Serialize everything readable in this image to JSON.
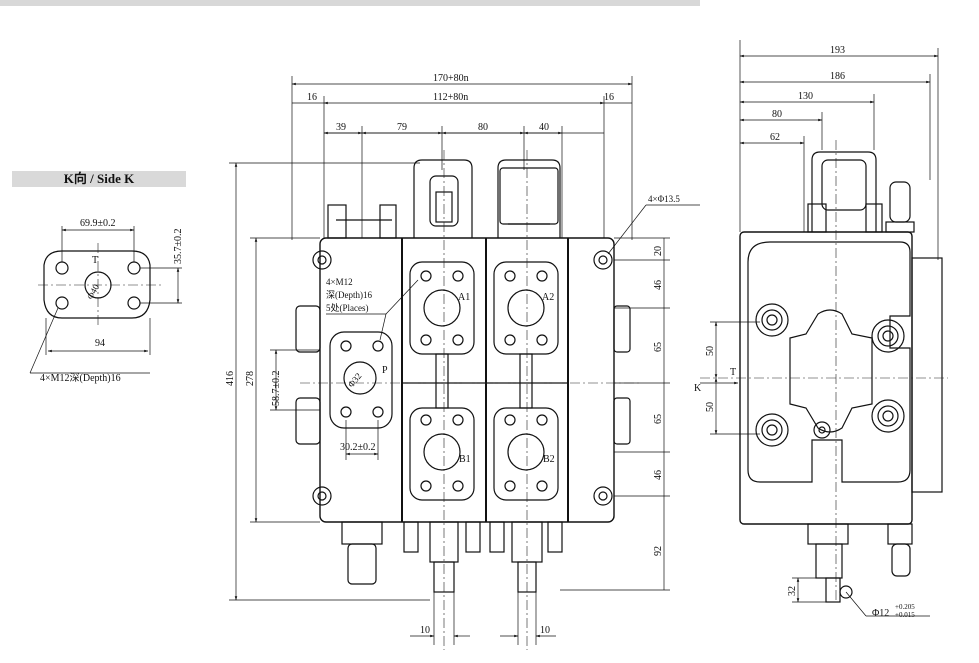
{
  "k_view": {
    "title": "K向 / Side K",
    "width_label": "69.9±0.2",
    "height_label": "35.7±0.2",
    "bottom_label": "94",
    "t_label": "T",
    "bore_label": "Φ40",
    "thread_note": "4×M12深(Depth)16"
  },
  "front_view": {
    "top_overall": "170+80n",
    "top_inner": "112+80n",
    "top_left_16": "16",
    "top_right_16": "16",
    "seg_39": "39",
    "seg_79": "79",
    "seg_80": "80",
    "seg_40": "40",
    "height_416": "416",
    "height_278": "278",
    "dim_58_7": "58.7±0.2",
    "dim_30_2": "30.2±0.2",
    "hole_note": "4×Φ13.5",
    "thread_note_1": "4×M12",
    "thread_note_2": "深(Depth)16",
    "thread_note_3": "5处(Places)",
    "p_label": "P",
    "bore_label": "Φ32",
    "a1": "A1",
    "a2": "A2",
    "b1": "B1",
    "b2": "B2",
    "right_20": "20",
    "right_46a": "46",
    "right_65a": "65",
    "right_65b": "65",
    "right_46b": "46",
    "right_92": "92",
    "bottom_10a": "10",
    "bottom_10b": "10"
  },
  "side_view": {
    "dim_193": "193",
    "dim_186": "186",
    "dim_130": "130",
    "dim_80": "80",
    "dim_62": "62",
    "dim_50a": "50",
    "dim_50b": "50",
    "t_label": "T",
    "k_label": "K",
    "dim_32": "32",
    "pin_label": "Φ12",
    "pin_tol_upper": "+0.205",
    "pin_tol_lower": "+0.015"
  }
}
